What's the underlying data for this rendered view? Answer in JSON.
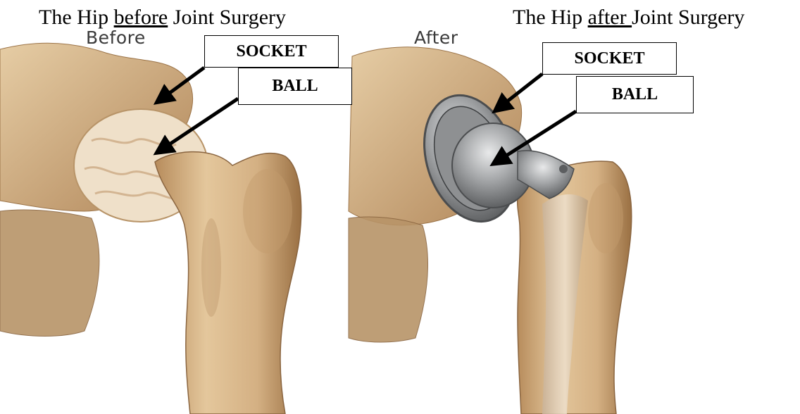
{
  "before_panel": {
    "heading_prefix": "The Hip ",
    "heading_emphasis": "before",
    "heading_suffix": " Joint Surgery",
    "tag": "Before",
    "labels": {
      "socket": "SOCKET",
      "ball": "BALL"
    }
  },
  "after_panel": {
    "heading_prefix": "The Hip ",
    "heading_emphasis": "after ",
    "heading_suffix": "Joint Surgery",
    "tag": "After",
    "labels": {
      "socket": "SOCKET",
      "ball": "BALL"
    }
  },
  "colors": {
    "bone": "#d7b58a",
    "bone_shadow": "#9c7448",
    "pelvis": "#c9a57a",
    "arthritic_tissue": "#f1e3cf",
    "implant_metal": "#a7a9ab",
    "implant_dark": "#5c5e60",
    "arrow": "#000000"
  }
}
